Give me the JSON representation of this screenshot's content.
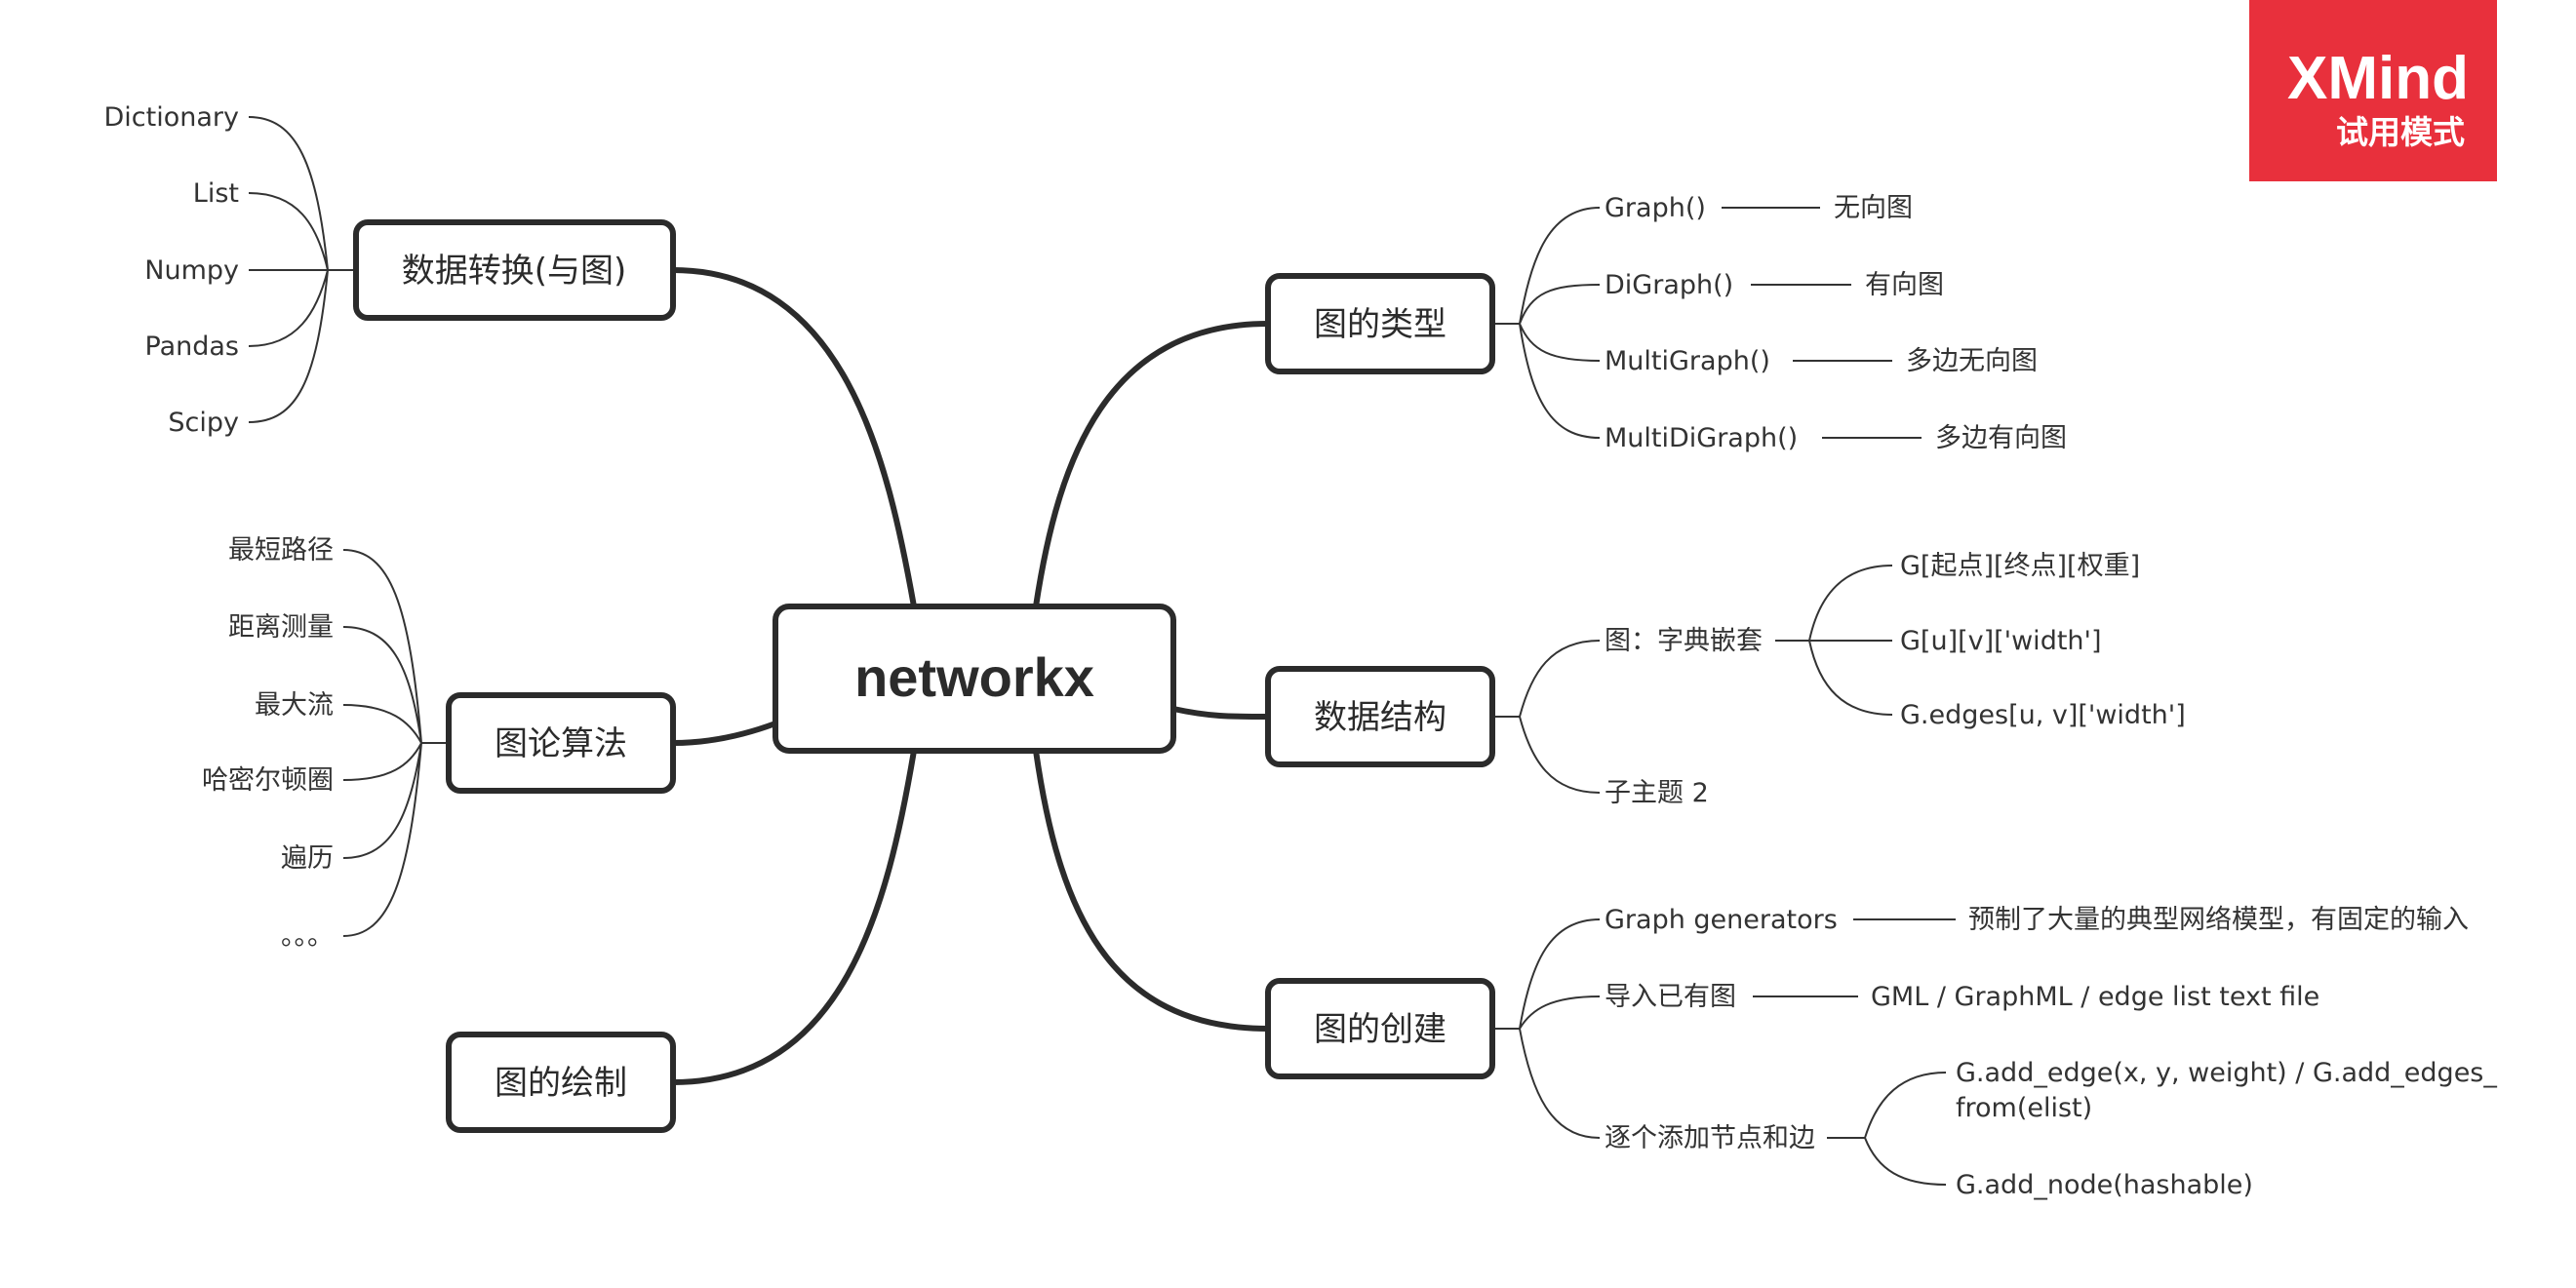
{
  "root": {
    "label": "networkx"
  },
  "branches": {
    "types": {
      "label": "图的类型",
      "items": [
        {
          "label": "Graph()",
          "note": "无向图"
        },
        {
          "label": "DiGraph()",
          "note": "有向图"
        },
        {
          "label": "MultiGraph()",
          "note": "多边无向图"
        },
        {
          "label": "MultiDiGraph()",
          "note": "多边有向图"
        }
      ]
    },
    "structure": {
      "label": "数据结构",
      "dict_topic": {
        "label": "图：字典嵌套",
        "children": [
          "G[起点][终点][权重]",
          "G[u][v]['width']",
          "G.edges[u, v]['width']"
        ]
      },
      "subtopic2": "子主题 2"
    },
    "creation": {
      "label": "图的创建",
      "generators": {
        "label": "Graph generators",
        "note": "预制了大量的典型网络模型，有固定的输入"
      },
      "import": {
        "label": "导入已有图",
        "note": "GML / GraphML / edge list text file"
      },
      "incremental": {
        "label": "逐个添加节点和边",
        "children": [
          {
            "line1": "G.add_edge(x, y, weight) / G.add_edges_",
            "line2": "from(elist)"
          },
          {
            "line1": "G.add_node(hashable)"
          }
        ]
      }
    },
    "conversion": {
      "label": "数据转换(与图)",
      "items": [
        "Dictionary",
        "List",
        "Numpy",
        "Pandas",
        "Scipy"
      ]
    },
    "algorithms": {
      "label": "图论算法",
      "items": [
        "最短路径",
        "距离测量",
        "最大流",
        "哈密尔顿圈",
        "遍历",
        "。。。"
      ]
    },
    "drawing": {
      "label": "图的绘制"
    }
  },
  "badge": {
    "title": "XMind",
    "subtitle": "试用模式",
    "color": "#e8303c"
  }
}
